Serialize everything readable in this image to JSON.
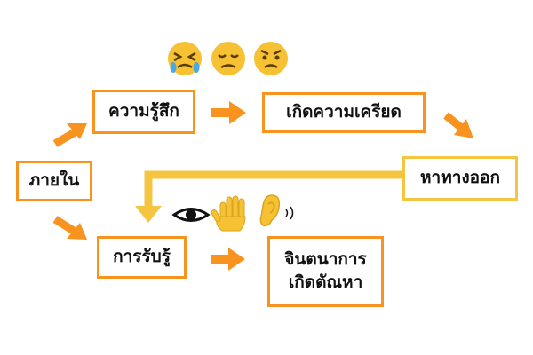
{
  "nodes": {
    "inside": "ภายใน",
    "feeling": "ความรู้สึก",
    "stress": "เกิดความเครียด",
    "way_out": "หาทางออก",
    "perception": "การรับรู้",
    "imagination_line1": "จินตนาการ",
    "imagination_line2": "เกิดตัณหา"
  },
  "emoji_row": [
    "crying-face",
    "sad-face",
    "angry-face"
  ],
  "senses_row": [
    "eye",
    "hand",
    "ear"
  ],
  "colors": {
    "orange": "#F7931E",
    "yellow": "#F5C542",
    "emoji_yellow": "#F6C233",
    "text": "#111111"
  }
}
